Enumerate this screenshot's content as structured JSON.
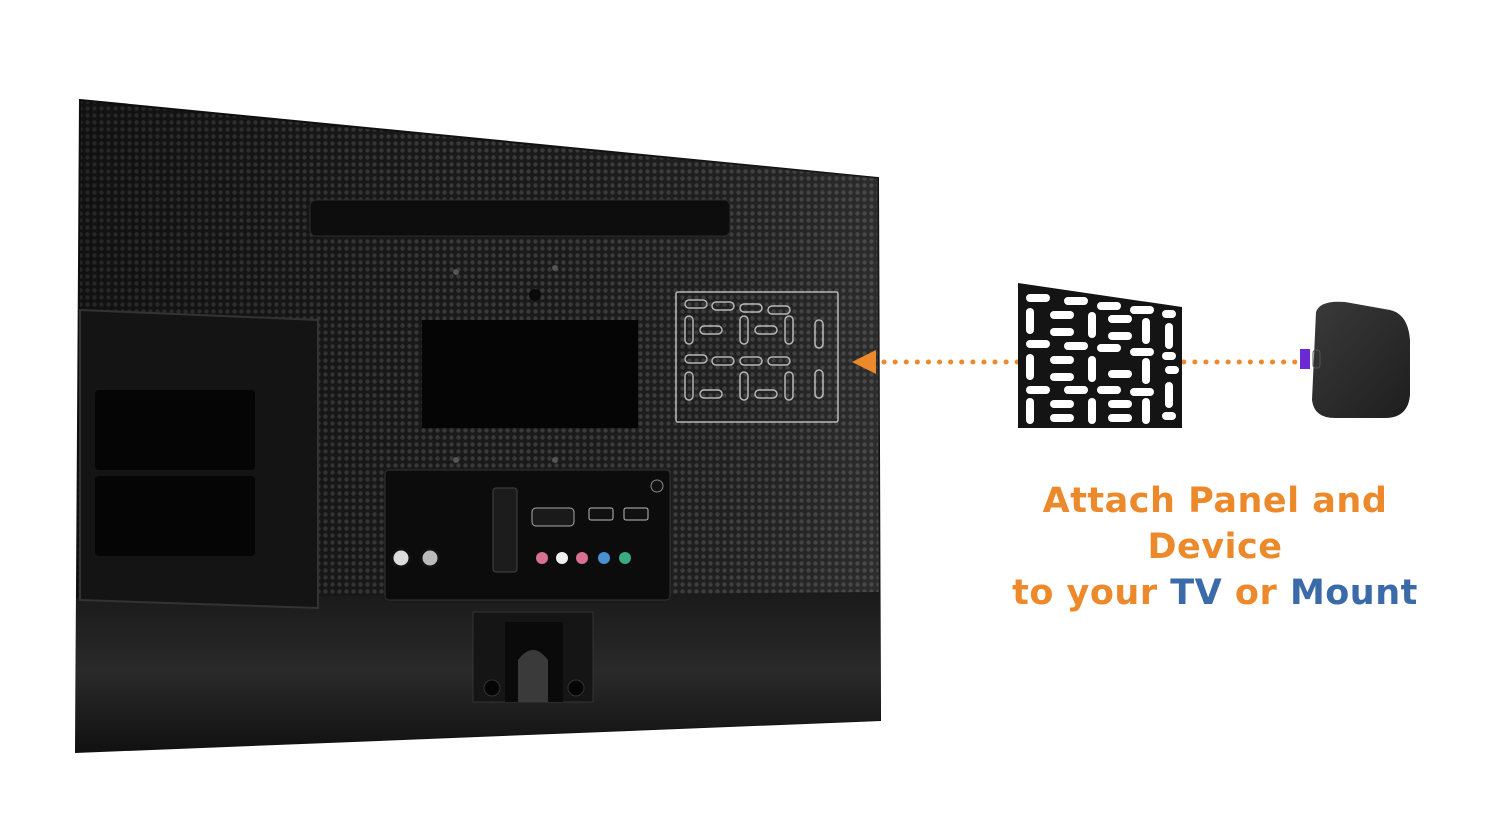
{
  "caption": {
    "line1": "Attach Panel and Device",
    "line2_part1": "to your ",
    "line2_tv": "TV",
    "line2_part2": " or ",
    "line2_mount": "Mount"
  },
  "colors": {
    "orange": "#ec8a2b",
    "blue": "#3b6aa8",
    "tv_body": "#1c1c1c",
    "panel": "#141414",
    "device": "#2e2e2e",
    "device_tab": "#6a2bd6"
  },
  "illustration": {
    "tv_label": "tv-back",
    "panel_label": "mounting-panel",
    "device_label": "streaming-device",
    "arrow_direction": "left"
  }
}
